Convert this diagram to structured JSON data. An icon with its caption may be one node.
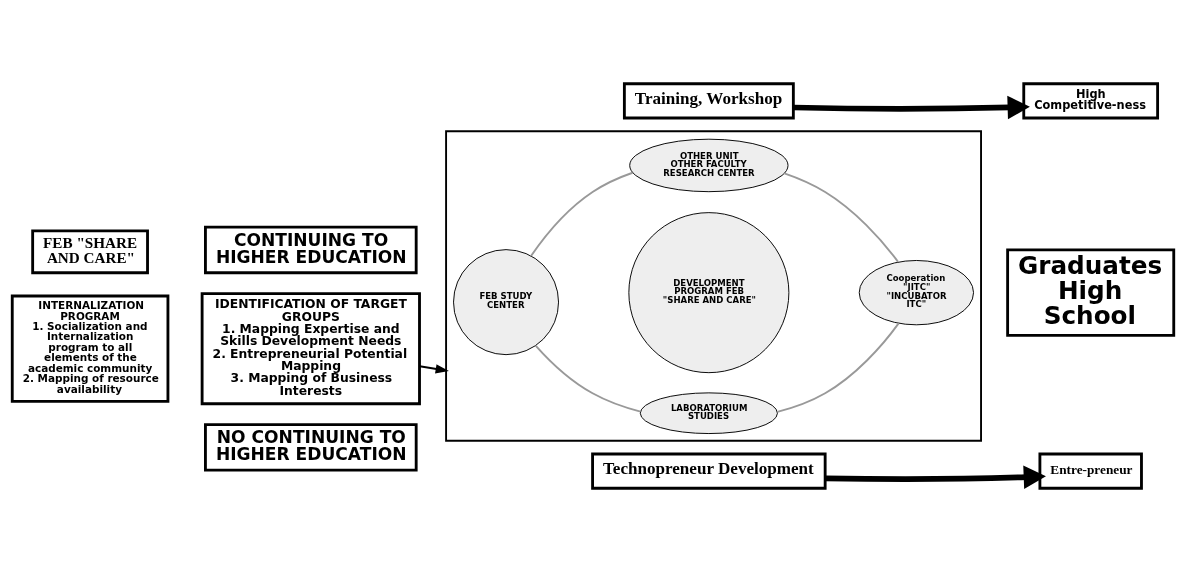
{
  "diagram": {
    "nodes": [
      {
        "text": [
          "FEB \"SHARE AND CARE\""
        ]
      },
      {
        "text": [
          "INTERNALIZATION PROGRAM",
          "1. Socialization and Internalization program to all elements of the academic community",
          "2. Mapping of resource availability"
        ]
      },
      {
        "text": [
          "CONTINUING TO HIGHER EDUCATION"
        ]
      },
      {
        "text": [
          "IDENTIFICATION OF TARGET GROUPS",
          "1. Mapping Expertise and Skills Development Needs",
          "2. Entrepreneurial Potential Mapping",
          "3. Mapping of Business Interests"
        ]
      },
      {
        "text": [
          "NO CONTINUING TO HIGHER EDUCATION"
        ]
      },
      {
        "text": [
          "Training, Workshop"
        ]
      },
      {
        "text": [],
        "shape": "box"
      },
      {
        "text": [
          "LABORATORIUM STUDIES"
        ],
        "in": 6
      },
      {
        "text": [
          "FEB STUDY CENTER"
        ],
        "in": 6
      },
      {
        "text": [
          "DEVELOPMENT PROGRAM FEB \"SHARE AND CARE\""
        ],
        "in": 6
      },
      {
        "text": [
          "Cooperation",
          "\"JITC\"",
          "\"INCUBATOR ITC\""
        ],
        "in": 6
      },
      {
        "text": [
          "OTHER UNIT",
          "OTHER FACULTY",
          "RESEARCH CENTER"
        ],
        "in": 6
      },
      {
        "text": [
          "Technopreneur Development"
        ]
      },
      {
        "text": [
          "High Competitive-ness"
        ]
      },
      {
        "text": [
          "Graduates High School"
        ]
      },
      {
        "text": [
          "Entre-preneur"
        ]
      }
    ],
    "edges": [
      {
        "from": 3,
        "to": 6,
        "arrow": "to",
        "color": "#000000"
      },
      {
        "from": 5,
        "to": 13,
        "arrow": "to",
        "style": "thick",
        "color": "#000000"
      },
      {
        "from": 12,
        "to": 15,
        "arrow": "to",
        "style": "thick",
        "color": "#000000"
      },
      {
        "from": 7,
        "to": 10,
        "arrow": "none",
        "color": "#999999"
      },
      {
        "from": 10,
        "to": 11,
        "arrow": "none",
        "color": "#999999"
      },
      {
        "from": 11,
        "to": 8,
        "arrow": "none",
        "color": "#999999"
      },
      {
        "from": 8,
        "to": 7,
        "arrow": "none",
        "color": "#999999"
      }
    ]
  }
}
